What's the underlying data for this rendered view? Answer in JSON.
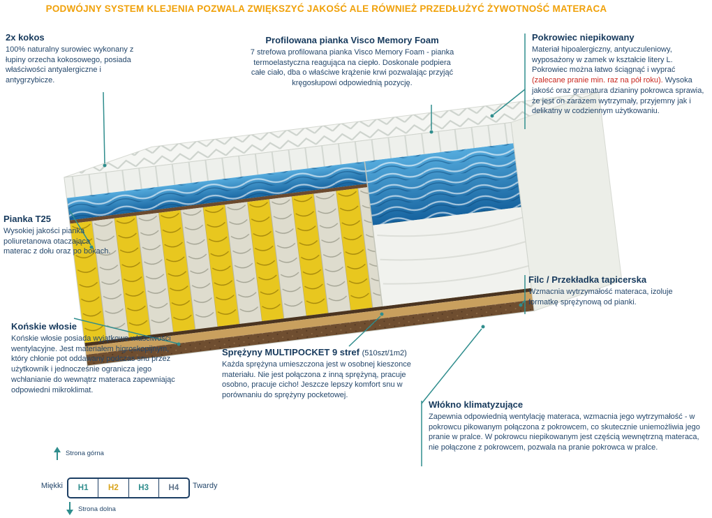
{
  "header": {
    "title": "PODWÓJNY SYSTEM KLEJENIA POZWALA ZWIĘKSZYĆ JAKOŚĆ ALE RÓWNIEŻ PRZEDŁUŻYĆ ŻYWOTNOŚĆ MATERACA"
  },
  "annotations": {
    "kokos": {
      "title": "2x kokos",
      "body": "100% naturalny surowiec wykonany z łupiny orzecha kokosowego, posiada właściwości antyalergiczne i antygrzybicze."
    },
    "visco": {
      "title": "Profilowana pianka Visco Memory Foam",
      "body": "7 strefowa profilowana pianka Visco Memory Foam - pianka termoelastyczna reagująca na ciepło. Doskonale podpiera całe ciało, dba o właściwe krążenie krwi pozwalając przyjąć kręgosłupowi odpowiednią pozycję."
    },
    "pokrowiec": {
      "title": "Pokrowiec niepikowany",
      "body1": "Materiał hipoalergiczny, antyuczuleniowy, wyposażony w zamek w kształcie litery L. Pokrowiec można łatwo ściągnąć i wyprać ",
      "body_red": "(zalecane pranie min. raz na pół roku).",
      "body2": " Wysoka jakość oraz gramatura dzianiny pokrowca sprawia, że jest on zarazem wytrzymały, przyjemny jak i delikatny w codziennym użytkowaniu."
    },
    "pianka": {
      "title": "Pianka T25",
      "body": "Wysokiej jakości pianka poliuretanowa otaczająca materac z dołu oraz po bokach."
    },
    "filc": {
      "title": "Filc / Przekładka tapicerska",
      "body": "Wzmacnia wytrzymałość materaca, izoluje formatkę sprężynową od pianki."
    },
    "konskie": {
      "title": "Końskie włosie",
      "body": "Końskie włosie posiada wyjątkowe właściwości wentylacyjne. Jest materiałem higroskopijnym, który chłonie pot oddawany podczas snu przez użytkownik i jednocześnie ogranicza jego wchłanianie do wewnątrz materaca zapewniając odpowiedni mikroklimat."
    },
    "multipocket": {
      "title": "Sprężyny MULTIPOCKET 9 stref",
      "title_note": "(510szt/1m2)",
      "body": "Każda sprężyna umieszczona jest w osobnej kieszonce materiału. Nie jest połączona z inną sprężyną, pracuje osobno, pracuje cicho! Jeszcze lepszy komfort snu w porównaniu do sprężyny pocketowej."
    },
    "wlokno": {
      "title": "Włókno klimatyzujące",
      "body": "Zapewnia odpowiednią wentylację materaca, wzmacnia jego wytrzymałość - w pokrowcu pikowanym połączona z pokrowcem, co skutecznie uniemożliwia jego pranie w pralce. W pokrowcu niepikowanym jest częścią wewnętrzną materaca, nie połączone z pokrowcem, pozwala na pranie pokrowca w pralce."
    }
  },
  "scale": {
    "top_label": "Strona górna",
    "bottom_label": "Strona dolna",
    "left_label": "Miękki",
    "right_label": "Twardy",
    "levels": [
      {
        "label": "H1",
        "color": "#2f8d8d"
      },
      {
        "label": "H2",
        "color": "#d9a41b"
      },
      {
        "label": "H3",
        "color": "#2f8d8d"
      },
      {
        "label": "H4",
        "color": "#5f7389"
      }
    ]
  },
  "colors": {
    "header_orange": "#f0a10a",
    "navy": "#1c3e63",
    "teal": "#2f8d8d",
    "red": "#c9271e",
    "spring_yellow": "#e8c71f",
    "visco_blue": "#16639f"
  }
}
